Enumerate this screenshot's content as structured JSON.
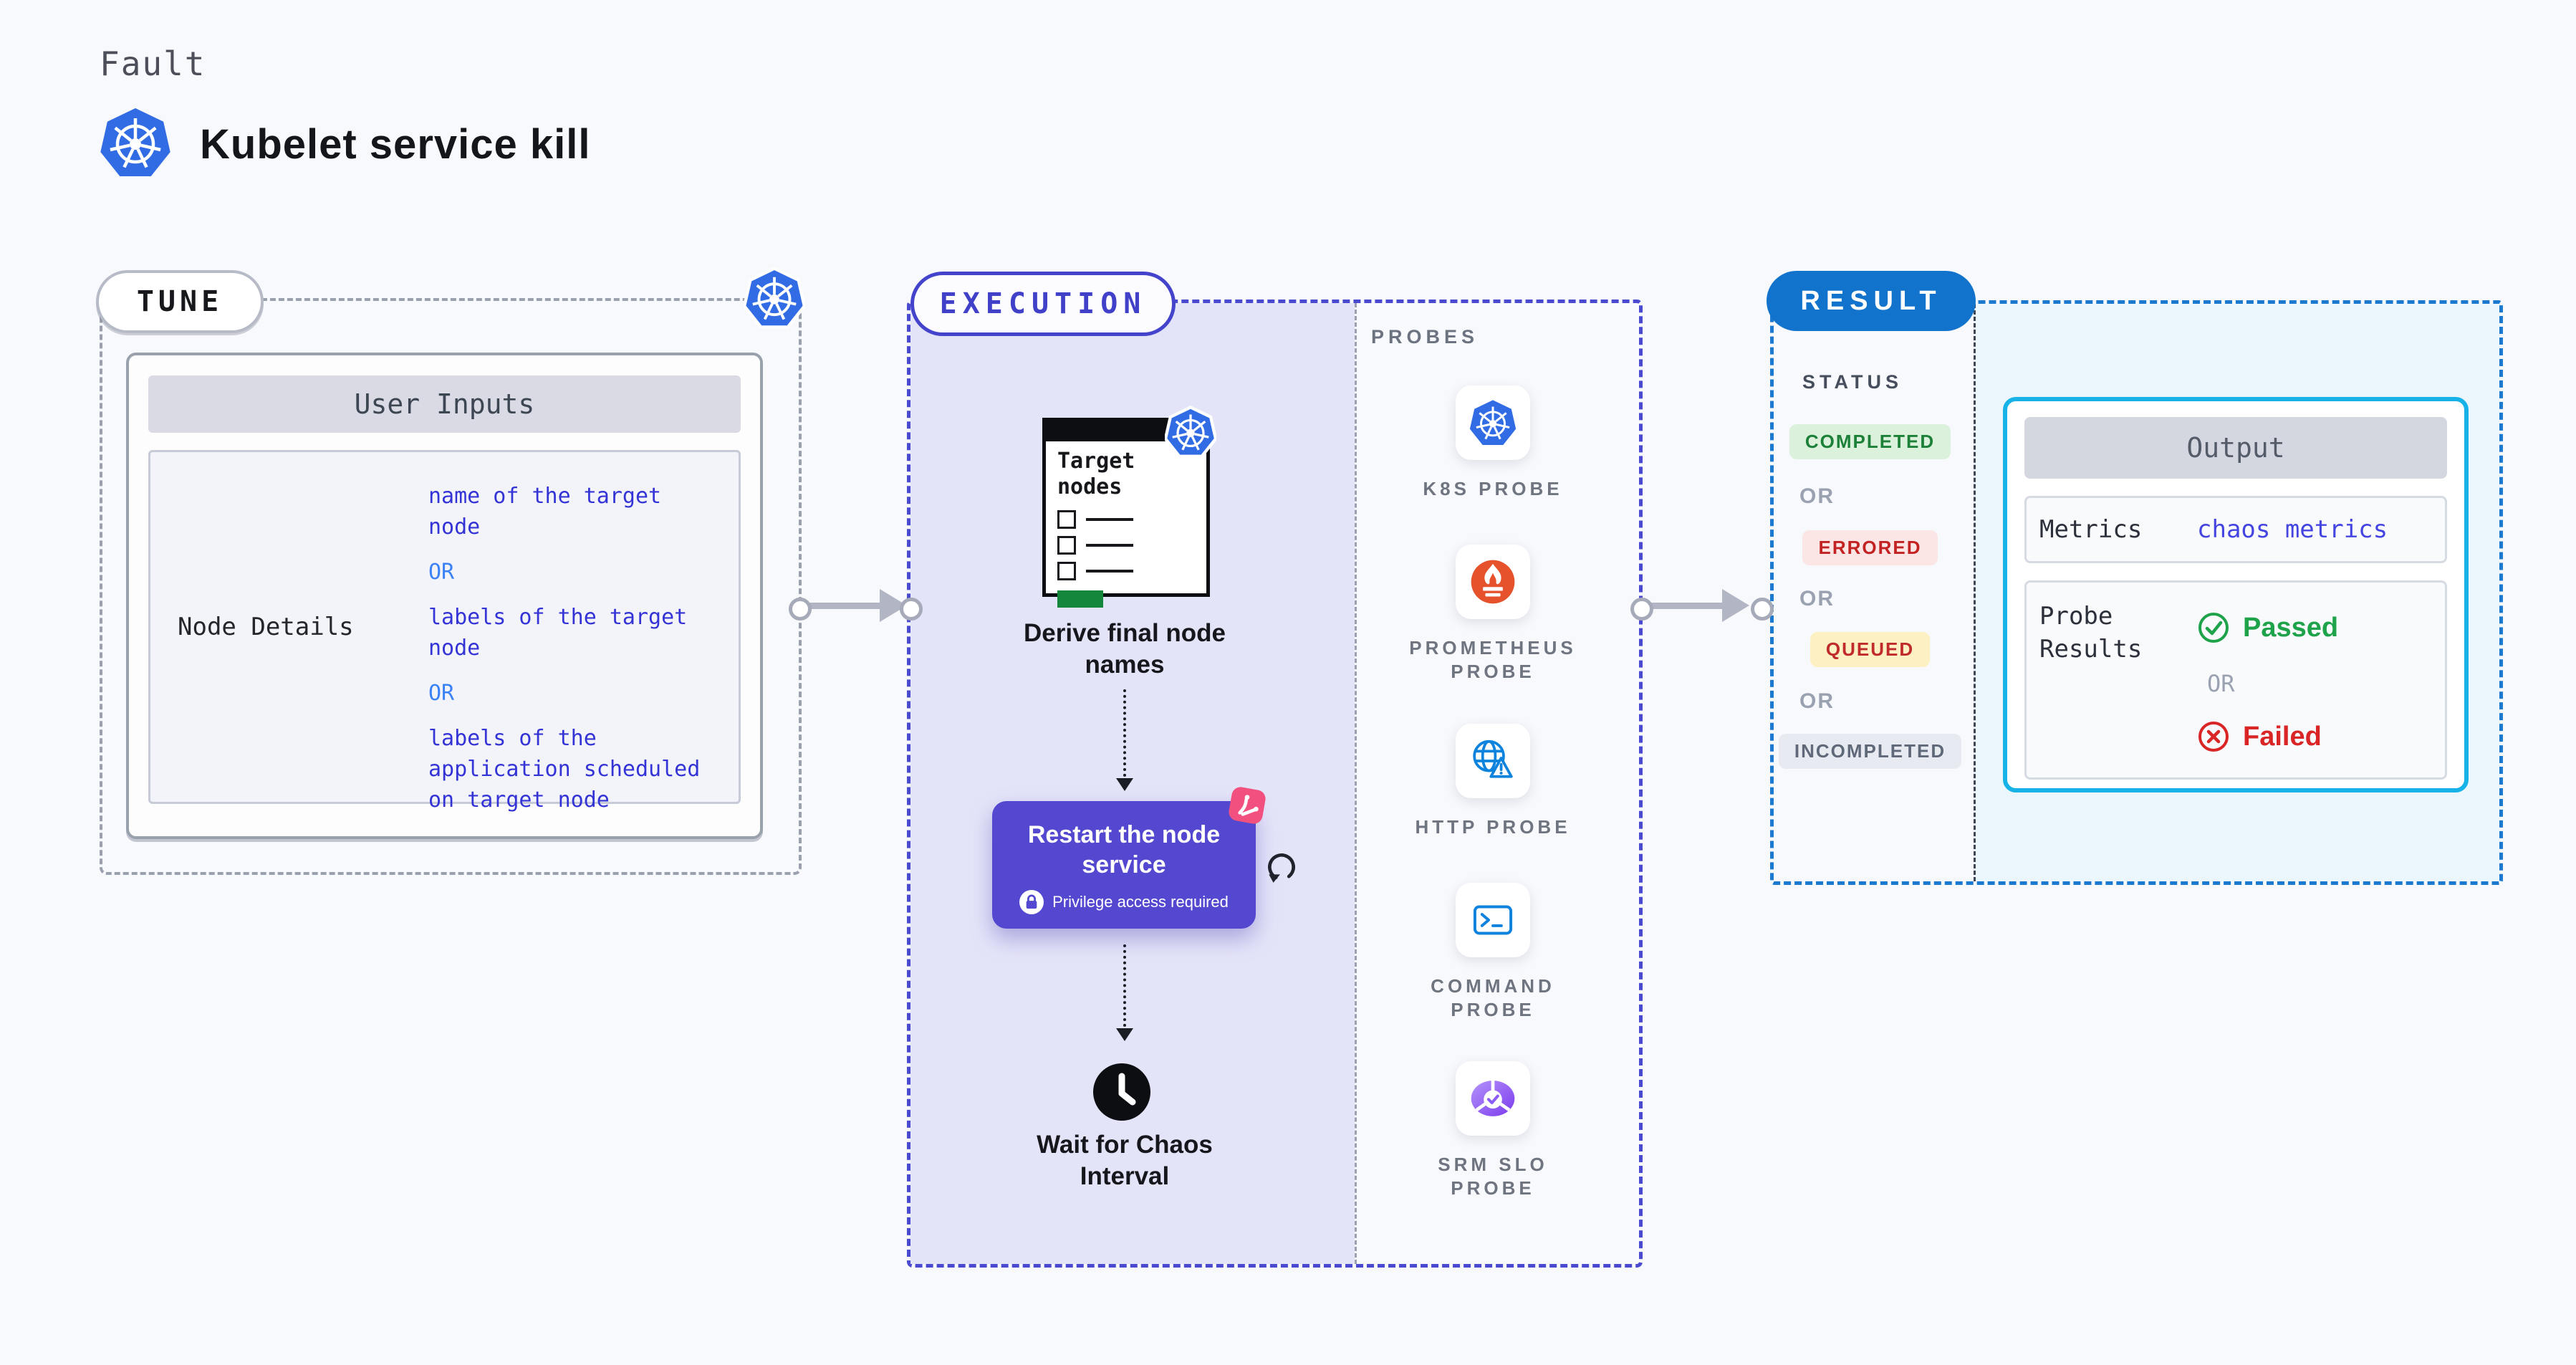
{
  "header": {
    "kicker": "Fault",
    "title": "Kubelet service kill"
  },
  "tune": {
    "badge": "TUNE",
    "panel": {
      "title": "User Inputs",
      "row_label": "Node Details",
      "values": [
        {
          "text": "name of the target node"
        },
        {
          "or": "OR"
        },
        {
          "text": "labels of the target node"
        },
        {
          "or": "OR"
        },
        {
          "text": "labels of the application scheduled on target node"
        }
      ]
    }
  },
  "execution": {
    "badge": "EXECUTION",
    "flow": {
      "window_title": "Target nodes",
      "derive_label": "Derive final node names",
      "restart_title": "Restart the node service",
      "restart_note": "Privilege access required",
      "wait_label": "Wait for Chaos Interval"
    },
    "probes": {
      "title": "PROBES",
      "items": [
        {
          "label": "K8S PROBE",
          "icon": "kubernetes-icon"
        },
        {
          "label": "PROMETHEUS PROBE",
          "icon": "prometheus-icon"
        },
        {
          "label": "HTTP PROBE",
          "icon": "globe-warning-icon"
        },
        {
          "label": "COMMAND PROBE",
          "icon": "terminal-icon"
        },
        {
          "label": "SRM SLO PROBE",
          "icon": "slo-gauge-icon"
        }
      ]
    }
  },
  "result": {
    "badge": "RESULT",
    "status": {
      "title": "STATUS",
      "or": "OR",
      "items": [
        {
          "label": "COMPLETED",
          "variant": "success"
        },
        {
          "label": "ERRORED",
          "variant": "error"
        },
        {
          "label": "QUEUED",
          "variant": "warning"
        },
        {
          "label": "INCOMPLETED",
          "variant": "neutral"
        }
      ]
    },
    "output": {
      "title": "Output",
      "metrics_label": "Metrics",
      "metrics_value": "chaos metrics",
      "probe_results_label": "Probe Results",
      "passed": "Passed",
      "or": "OR",
      "failed": "Failed"
    }
  },
  "colors": {
    "k8s_blue": "#326ce5",
    "execution_indigo": "#4343cc",
    "execution_fill": "#e4e4f9",
    "result_blue": "#1173cb",
    "result_fill": "#ecf7fd",
    "output_border": "#16b2e8",
    "restart_purple": "#5348cf",
    "litmus_pink": "#f2517f",
    "prometheus_orange": "#e6522c",
    "probe_blue": "#0d83dd",
    "srm_purple": "#7c3bed",
    "success_green": "#1d8038",
    "error_red": "#c32222",
    "value_blue": "#3434d6",
    "or_blue": "#3b82f6"
  }
}
